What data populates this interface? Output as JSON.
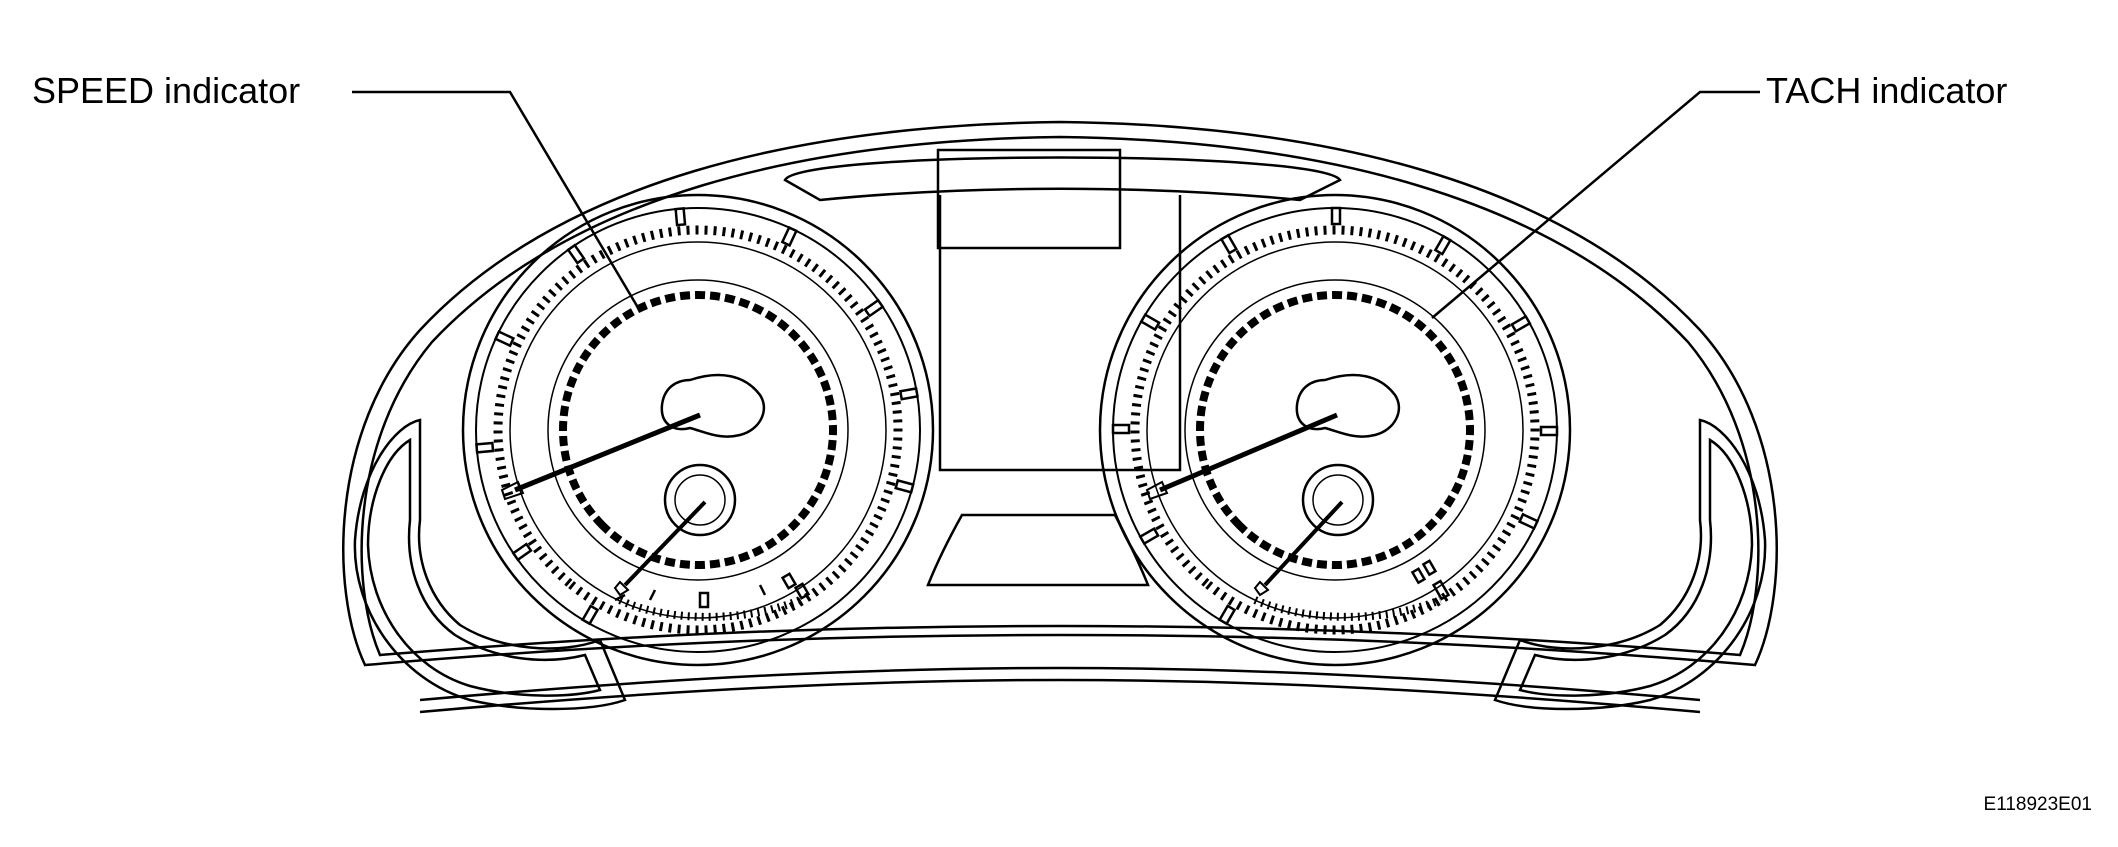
{
  "callouts": {
    "speed_label": "SPEED indicator",
    "tach_label": "TACH indicator"
  },
  "figure_code": "E118923E01",
  "colors": {
    "line": "#000000",
    "background": "#ffffff"
  }
}
